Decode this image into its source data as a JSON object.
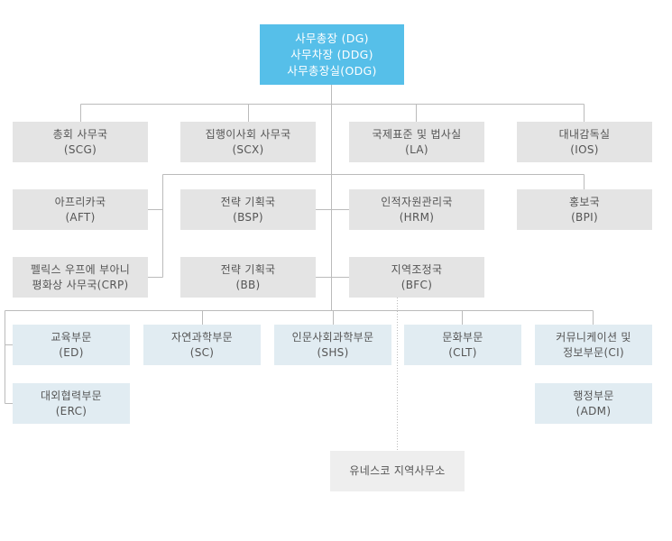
{
  "top": {
    "lines": [
      "사무총장 (DG)",
      "사무차장 (DDG)",
      "사무총장실(ODG)"
    ]
  },
  "row1": [
    {
      "name": "총회 사무국",
      "code": "(SCG)"
    },
    {
      "name": "집행이사회 사무국",
      "code": "(SCX)"
    },
    {
      "name": "국제표준 및 법사실",
      "code": "(LA)"
    },
    {
      "name": "대내감독실",
      "code": "(IOS)"
    }
  ],
  "left": [
    {
      "name": "아프리카국",
      "code": "(AFT)"
    },
    {
      "name": "펠릭스 우프에 부아니",
      "code": "평화상 사무국(CRP)"
    }
  ],
  "center": [
    {
      "name": "전략 기획국",
      "code": "(BSP)"
    },
    {
      "name": "전략 기획국",
      "code": "(BB)"
    }
  ],
  "right": [
    {
      "name": "인적자원관리국",
      "code": "(HRM)"
    },
    {
      "name": "지역조정국",
      "code": "(BFC)"
    }
  ],
  "pr": {
    "name": "홍보국",
    "code": "(BPI)"
  },
  "sectors": [
    {
      "name": "교육부문",
      "code": "(ED)"
    },
    {
      "name": "자연과학부문",
      "code": "(SC)"
    },
    {
      "name": "인문사회과학부문",
      "code": "(SHS)"
    },
    {
      "name": "문화부문",
      "code": "(CLT)"
    },
    {
      "name": "커뮤니케이션 및",
      "code": "정보부문(CI)"
    }
  ],
  "sectors2": [
    {
      "name": "대외협력부문",
      "code": "(ERC)"
    },
    {
      "name": "행정부문",
      "code": "(ADM)"
    }
  ],
  "field": {
    "name": "유네스코 지역사무소"
  },
  "colors": {
    "line": "#bbbbbb",
    "top": "#56bfe9",
    "gray": "#e4e4e4",
    "blue": "#e1ecf2"
  }
}
